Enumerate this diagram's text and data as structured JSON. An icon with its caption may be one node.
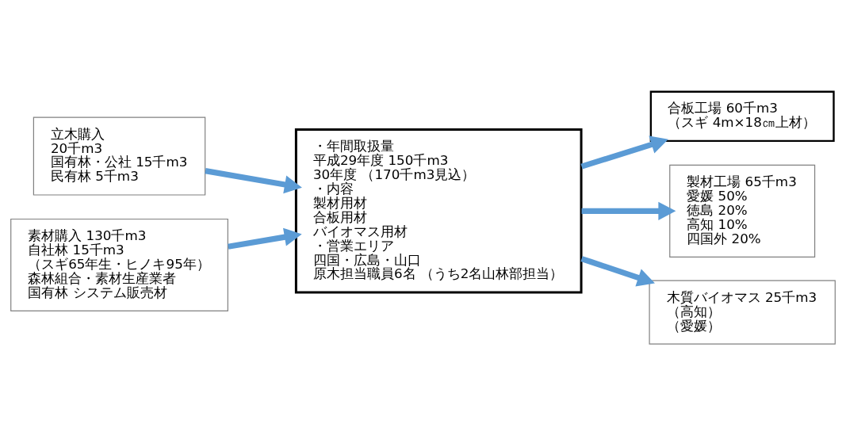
{
  "diagram": {
    "nodes": [
      {
        "text": [
          "立木購入",
          "20千m3",
          "国有林・公社 15千m3",
          "民有林 5千m3"
        ]
      },
      {
        "text": [
          "素材購入 130千m3",
          "自社林 15千m3",
          "（スギ65年生・ヒノキ95年）",
          "森林組合・素材生産業者",
          "国有林 システム販売材"
        ]
      },
      {
        "text": [
          "・年間取扱量",
          "平成29年度 150千m3",
          "30年度 （170千m3見込）",
          "・内容",
          "製材用材",
          "合板用材",
          "バイオマス用材",
          "・営業エリア",
          "四国・広島・山口",
          "原木担当職員6名 （うち2名山林部担当）"
        ]
      },
      {
        "text": [
          "合板工場 60千m3",
          "（スギ 4m×18㎝上材）"
        ]
      },
      {
        "text": [
          "製材工場 65千m3",
          "愛媛 50%",
          "徳島 20%",
          "高知 10%",
          "四国外 20%"
        ]
      },
      {
        "text": [
          "木質バイオマス 25千m3",
          "（高知）",
          "（愛媛）"
        ]
      }
    ],
    "edges": [
      {
        "from": 0,
        "to": 2,
        "arrow": "to"
      },
      {
        "from": 1,
        "to": 2,
        "arrow": "to"
      },
      {
        "from": 2,
        "to": 3,
        "arrow": "to"
      },
      {
        "from": 2,
        "to": 4,
        "arrow": "to"
      },
      {
        "from": 2,
        "to": 5,
        "arrow": "to"
      }
    ]
  }
}
